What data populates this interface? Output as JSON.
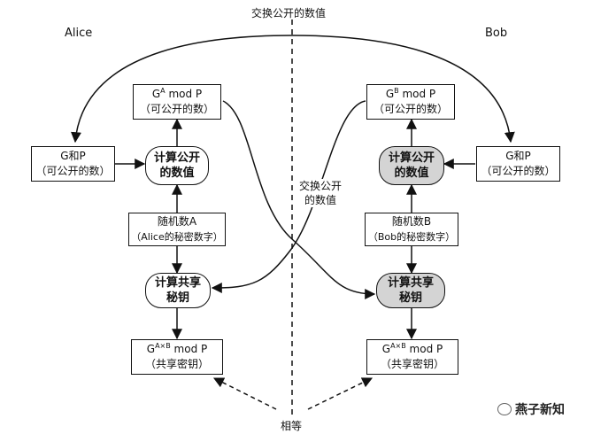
{
  "header": {
    "exchange_label": "交换公开的数值",
    "alice": "Alice",
    "bob": "Bob"
  },
  "alice": {
    "public_value": {
      "line1_prefix": "G",
      "line1_sup": "A",
      "line1_suffix": " mod P",
      "line2": "（可公开的数）"
    },
    "gp": {
      "line1": "G和P",
      "line2": "（可公开的数）"
    },
    "compute_public": {
      "line1": "计算公开",
      "line2": "的数值"
    },
    "random": {
      "line1": "随机数A",
      "line2": "（Alice的秘密数字）"
    },
    "compute_shared": {
      "line1": "计算共享",
      "line2": "秘钥"
    },
    "shared_key": {
      "line1_prefix": "G",
      "line1_sup": "A×B",
      "line1_suffix": " mod P",
      "line2": "（共享密钥）"
    }
  },
  "bob": {
    "public_value": {
      "line1_prefix": "G",
      "line1_sup": "B",
      "line1_suffix": " mod P",
      "line2": "（可公开的数）"
    },
    "gp": {
      "line1": "G和P",
      "line2": "（可公开的数）"
    },
    "compute_public": {
      "line1": "计算公开",
      "line2": "的数值"
    },
    "random": {
      "line1": "随机数B",
      "line2": "（Bob的秘密数字）"
    },
    "compute_shared": {
      "line1": "计算共享",
      "line2": "秘钥"
    },
    "shared_key": {
      "line1_prefix": "G",
      "line1_sup": "A×B",
      "line1_suffix": " mod P",
      "line2": "（共享密钥）"
    }
  },
  "middle_exchange_label": {
    "line1": "交换公开",
    "line2": "的数值"
  },
  "equal_label": "相等",
  "watermark": {
    "text": "燕子新知",
    "icon": "wechat-icon"
  },
  "colors": {
    "line": "#111111",
    "shaded_node": "#d4d4d4"
  }
}
